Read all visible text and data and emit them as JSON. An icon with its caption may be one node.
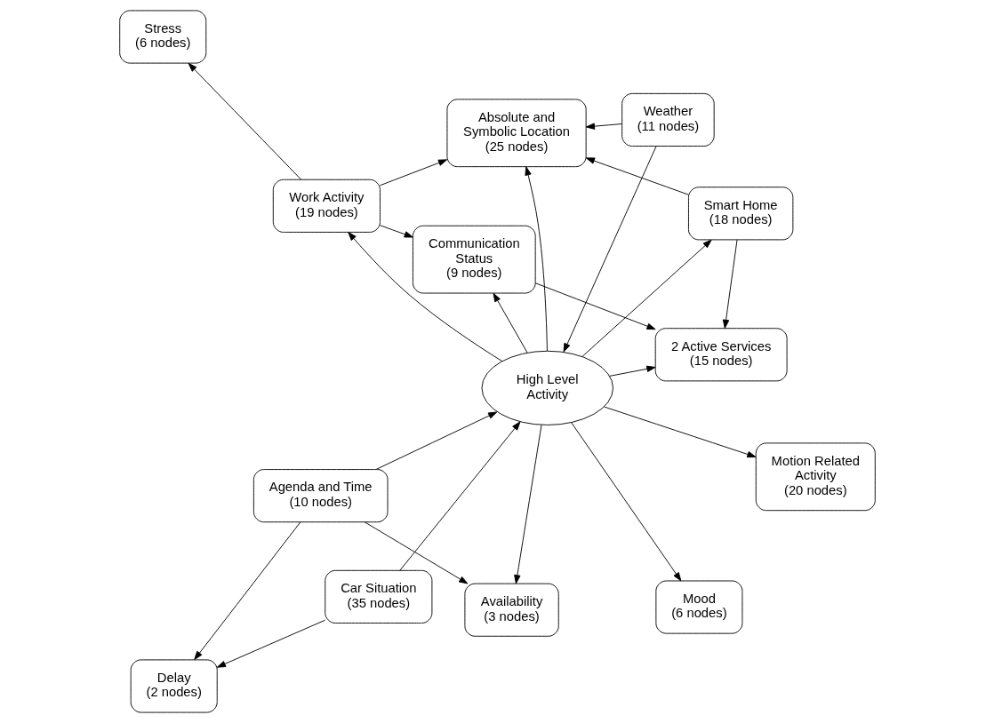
{
  "diagram": {
    "nodes": [
      {
        "text": [
          "Stress (6 nodes)"
        ]
      },
      {
        "text": [
          "Smart Home (18 nodes)"
        ]
      },
      {
        "text": [
          "Car Situation (35 nodes)"
        ]
      },
      {
        "text": [
          "Work Activity (19 nodes)"
        ]
      },
      {
        "text": [
          "Communication Status (9 nodes)"
        ]
      },
      {
        "text": [
          "Delay (2 nodes)"
        ]
      },
      {
        "text": [
          "Agenda and Time (10 nodes)"
        ]
      },
      {
        "text": [
          "Mood (6 nodes)"
        ]
      },
      {
        "text": [
          "High Level Activity"
        ]
      },
      {
        "text": [
          "2 Active Services (15 nodes)"
        ]
      },
      {
        "text": [
          "Availability (3 nodes)"
        ]
      },
      {
        "text": [
          "Absolute and Symbolic Location (25 nodes)"
        ]
      },
      {
        "text": [
          "Motion Related Activity (20 nodes)"
        ]
      },
      {
        "text": [
          "Weather (11 nodes)"
        ]
      }
    ],
    "edges": [
      {
        "from": 3,
        "to": 0,
        "arrow": "to"
      },
      {
        "from": 3,
        "to": 4,
        "arrow": "to"
      },
      {
        "from": 8,
        "to": 4,
        "arrow": "to"
      },
      {
        "from": 8,
        "to": 3,
        "arrow": "to"
      },
      {
        "from": 8,
        "to": 1,
        "arrow": "to"
      },
      {
        "from": 8,
        "to": 7,
        "arrow": "to"
      },
      {
        "from": 8,
        "to": 9,
        "arrow": "to"
      },
      {
        "from": 8,
        "to": 10,
        "arrow": "to"
      },
      {
        "from": 8,
        "to": 12,
        "arrow": "to"
      },
      {
        "from": 8,
        "to": 11,
        "arrow": "to"
      },
      {
        "from": 13,
        "to": 8,
        "arrow": "to"
      },
      {
        "from": 13,
        "to": 11,
        "arrow": "to"
      },
      {
        "from": 1,
        "to": 11,
        "arrow": "to"
      },
      {
        "from": 3,
        "to": 11,
        "arrow": "to"
      },
      {
        "from": 1,
        "to": 9,
        "arrow": "to"
      },
      {
        "from": 4,
        "to": 9,
        "arrow": "to"
      },
      {
        "from": 2,
        "to": 5,
        "arrow": "to"
      },
      {
        "from": 2,
        "to": 8,
        "arrow": "to"
      },
      {
        "from": 6,
        "to": 5,
        "arrow": "to"
      },
      {
        "from": 6,
        "to": 8,
        "arrow": "to"
      },
      {
        "from": 6,
        "to": 10,
        "arrow": "to"
      }
    ]
  }
}
